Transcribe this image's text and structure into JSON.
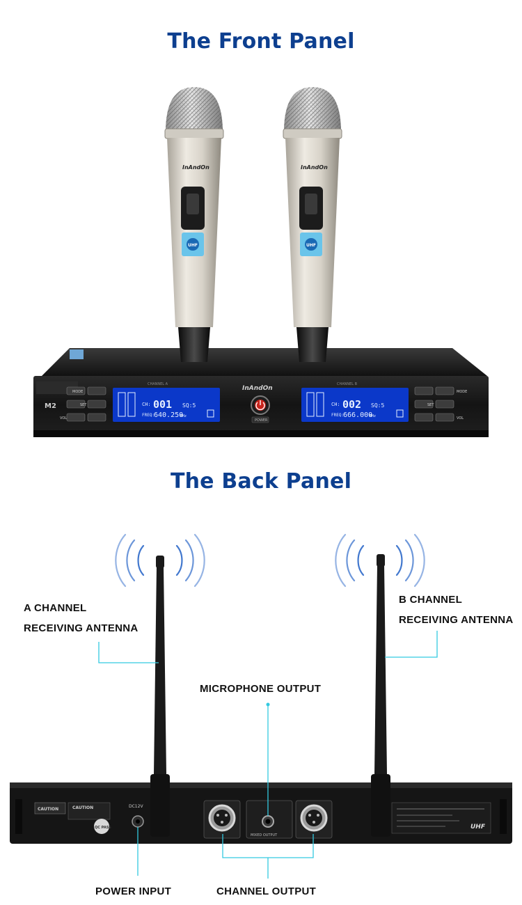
{
  "sections": {
    "front_title": "The Front Panel",
    "back_title": "The Back Panel"
  },
  "front_panel": {
    "brand": "InAndOn",
    "model": "M2",
    "channel_a_label": "CHANNEL A",
    "channel_b_label": "CHANNEL B",
    "power_label": "POWER",
    "ch_a": {
      "ch": "CH:",
      "ch_value": "001",
      "sq": "SQ:5",
      "freq": "FREQ:",
      "freq_value": "640.250",
      "unit": "MHz"
    },
    "ch_b": {
      "ch": "CH:",
      "ch_value": "002",
      "sq": "SQ:5",
      "freq": "FREQ:",
      "freq_value": "666.000",
      "unit": "MHz"
    },
    "mic_band": "UHF",
    "buttons_left": [
      "MODE",
      "SET",
      "VOL"
    ],
    "buttons_right": [
      "MODE",
      "SET",
      "VOL"
    ]
  },
  "back_panel": {
    "label_a_line1": "A CHANNEL",
    "label_a_line2": "RECEIVING ANTENNA",
    "label_b_line1": "B CHANNEL",
    "label_b_line2": "RECEIVING ANTENNA",
    "label_mic_output": "MICROPHONE OUTPUT",
    "label_power_input": "POWER INPUT",
    "label_channel_output": "CHANNEL OUTPUT",
    "caution": "CAUTION",
    "dc_rating": "DC12V",
    "qc": "QC PASS",
    "uhf": "UHF",
    "mixed_output": "MIXED OUTPUT"
  },
  "colors": {
    "title": "#0d3f8f",
    "leader": "#33c9e0",
    "panel": "#141414",
    "lcd": "#0b38c9"
  }
}
